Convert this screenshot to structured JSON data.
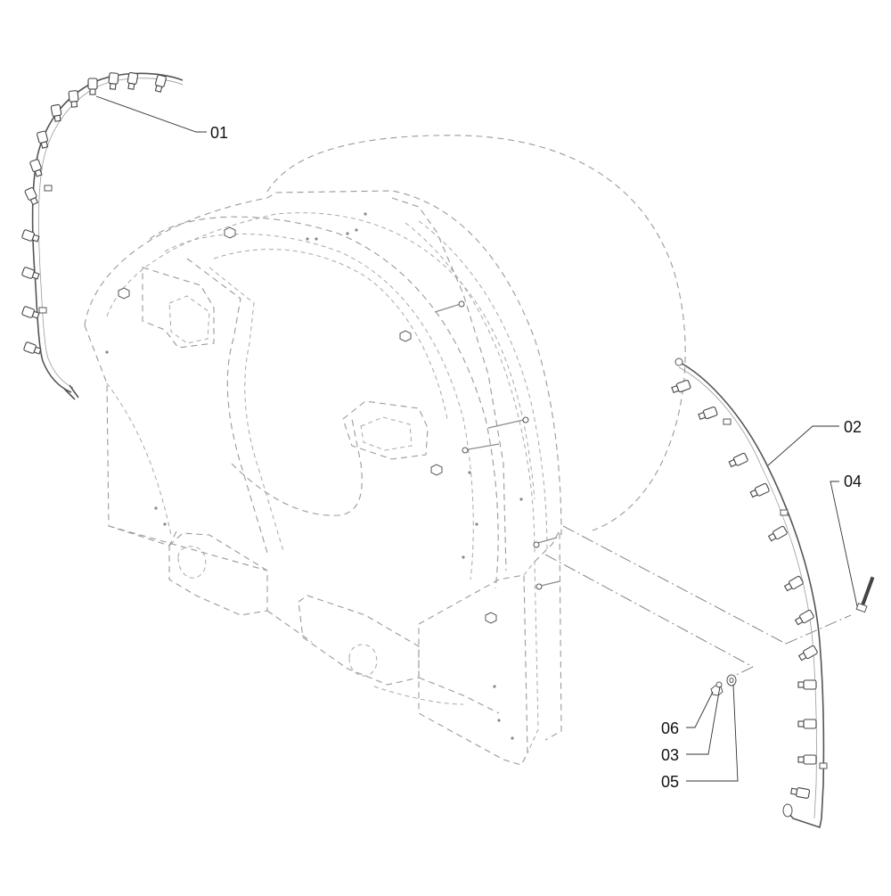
{
  "callouts": {
    "c01": "01",
    "c02": "02",
    "c03": "03",
    "c04": "04",
    "c05": "05",
    "c06": "06"
  },
  "icons": {
    "spray_nozzle": "spray-nozzle-icon",
    "bolt": "bolt-icon",
    "washer": "washer-icon",
    "nut": "nut-icon"
  },
  "colors": {
    "ink": "#111111",
    "ghost_line": "#9a9a9a",
    "part_line": "#555555"
  }
}
